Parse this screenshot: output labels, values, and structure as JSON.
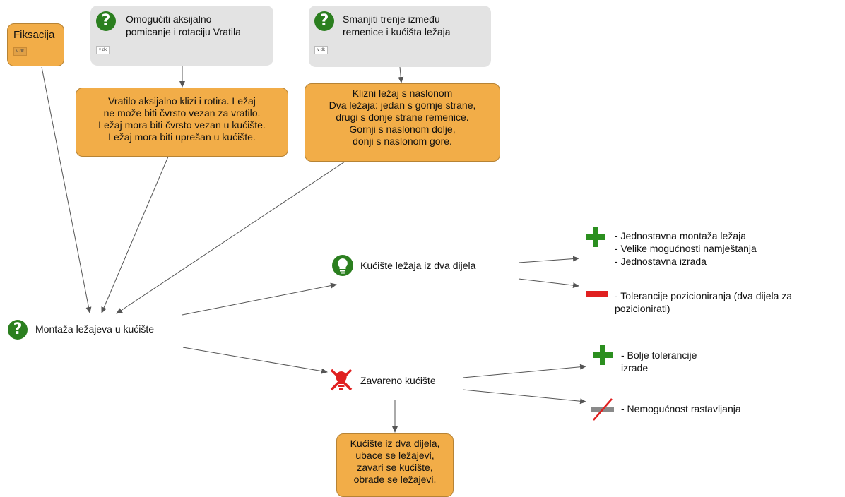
{
  "nodes": {
    "fiksacija": {
      "label": "Fiksacija",
      "tag": "v dk"
    },
    "req_axial": {
      "label": "Omogućiti aksijalno\npomicanje i rotaciju Vratila",
      "tag": "v dk"
    },
    "req_friction": {
      "label": "Smanjiti trenje između\nremenice i kućišta ležaja",
      "tag": "v dk"
    },
    "vratilo_note": {
      "label": "Vratilo aksijalno klizi i rotira. Ležaj\nne može biti čvrsto vezan za vratilo.\nLežaj mora biti čvrsto vezan u kućište.\nLežaj mora biti uprešan u kućište."
    },
    "klizni_note": {
      "label": "Klizni ležaj s naslonom\nDva ležaja: jedan s gornje strane,\ndrugi s donje strane remenice.\nGornji s naslonom dolje,\ndonji s naslonom gore."
    },
    "montaza": {
      "label": "Montaža ležajeva u kućište"
    },
    "kuciste_dva": {
      "label": "Kućište ležaja iz dva dijela"
    },
    "kuciste_dva_pros": {
      "label": "- Jednostavna montaža ležaja\n- Velike mogućnosti namještanja\n- Jednostavna izrada"
    },
    "kuciste_dva_cons": {
      "label": "- Tolerancije pozicioniranja (dva dijela za\npozicionirati)"
    },
    "zavareno": {
      "label": "Zavareno kućište"
    },
    "zavareno_pros": {
      "label": "- Bolje tolerancije\nizrade"
    },
    "zavareno_cons": {
      "label": "- Nemogućnost rastavljanja"
    },
    "zavareno_note": {
      "label": "Kućište iz dva dijela,\nubace se ležajevi,\nzavari se kućište,\nobrade se ležajevi."
    }
  },
  "icons": {
    "question": "question-icon",
    "idea": "lightbulb-icon",
    "rejected_idea": "crossed-lightbulb-icon",
    "pro": "plus-icon",
    "con": "minus-icon",
    "con_neutralized": "crossed-minus-icon"
  },
  "colors": {
    "orange_node": "#f2ad48",
    "grey_node": "#e3e3e3",
    "green_icon": "#2b7f1f",
    "red_icon": "#e02020",
    "edge": "#555555"
  }
}
